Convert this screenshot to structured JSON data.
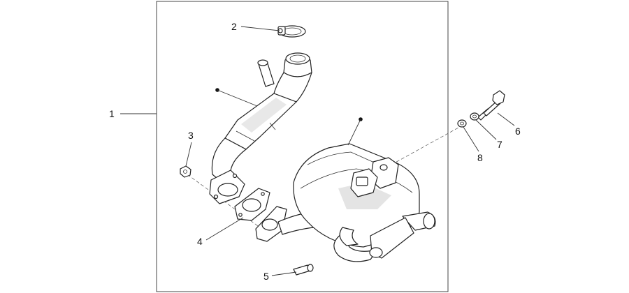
{
  "callouts": {
    "c1": "1",
    "c2": "2",
    "c3": "3",
    "c4": "4",
    "c5": "5",
    "c6": "6",
    "c7": "7",
    "c8": "8"
  },
  "colors": {
    "line": "#222222",
    "shade": "#d9d9d9",
    "background": "#ffffff"
  }
}
